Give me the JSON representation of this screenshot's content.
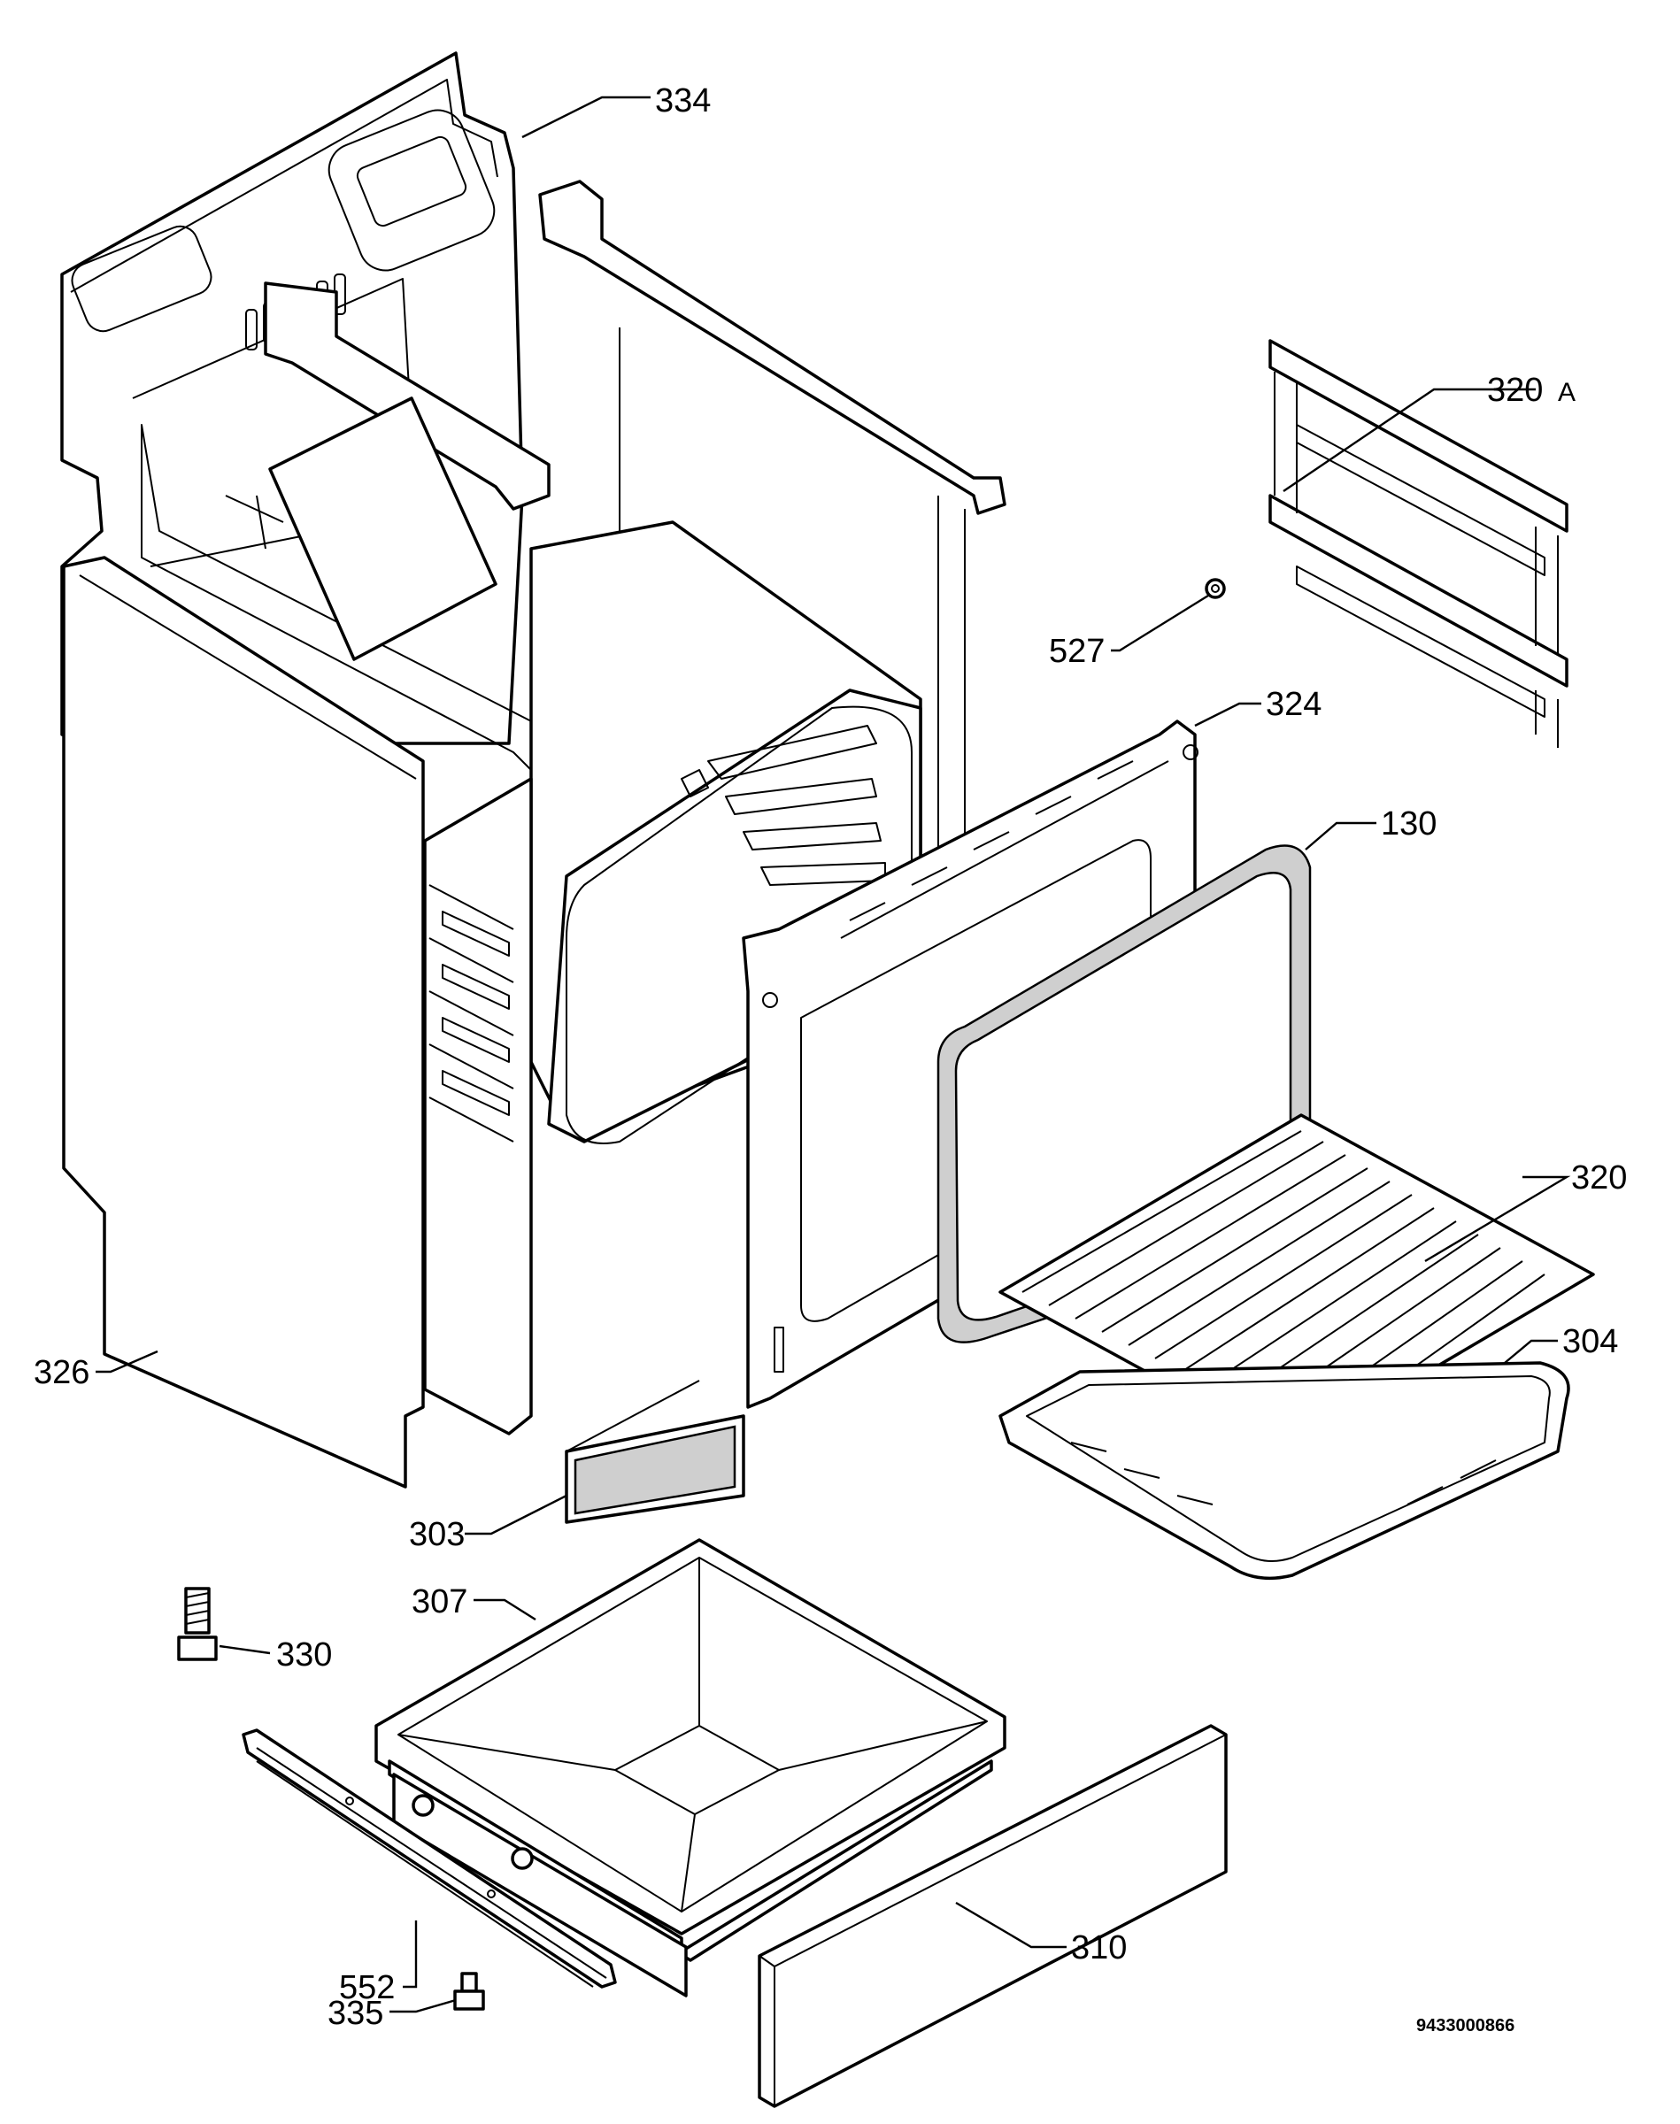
{
  "parts": [
    {
      "id": "p334",
      "number": "334",
      "suffix": ""
    },
    {
      "id": "p320a",
      "number": "320",
      "suffix": "A"
    },
    {
      "id": "p527",
      "number": "527",
      "suffix": ""
    },
    {
      "id": "p324",
      "number": "324",
      "suffix": ""
    },
    {
      "id": "p130",
      "number": "130",
      "suffix": ""
    },
    {
      "id": "p320",
      "number": "320",
      "suffix": ""
    },
    {
      "id": "p304",
      "number": "304",
      "suffix": ""
    },
    {
      "id": "p326",
      "number": "326",
      "suffix": ""
    },
    {
      "id": "p303",
      "number": "303",
      "suffix": ""
    },
    {
      "id": "p307",
      "number": "307",
      "suffix": ""
    },
    {
      "id": "p330",
      "number": "330",
      "suffix": ""
    },
    {
      "id": "p552",
      "number": "552",
      "suffix": ""
    },
    {
      "id": "p335",
      "number": "335",
      "suffix": ""
    },
    {
      "id": "p310",
      "number": "310",
      "suffix": ""
    }
  ],
  "drawing_code": "9433000866"
}
